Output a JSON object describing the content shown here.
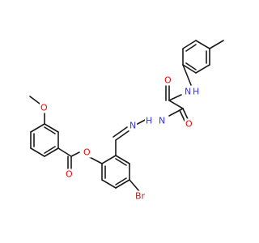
{
  "atom_labels": {
    "O_methoxy": "O",
    "O_ester": "O",
    "O_carbonyl_ester": "O",
    "O_oxalyl_1": "O",
    "O_oxalyl_2": "O",
    "N_imine": "N",
    "NH_hydrazide": "H",
    "N_hydrazide": "N",
    "N_amide": "N",
    "H_amide": "H",
    "Br": "Br"
  },
  "colors": {
    "bond": "#1a1a1a",
    "oxygen": "#ff0000",
    "nitrogen": "#3333ff",
    "bromine": "#a52a2a",
    "hydrogen": "#3333ff"
  }
}
